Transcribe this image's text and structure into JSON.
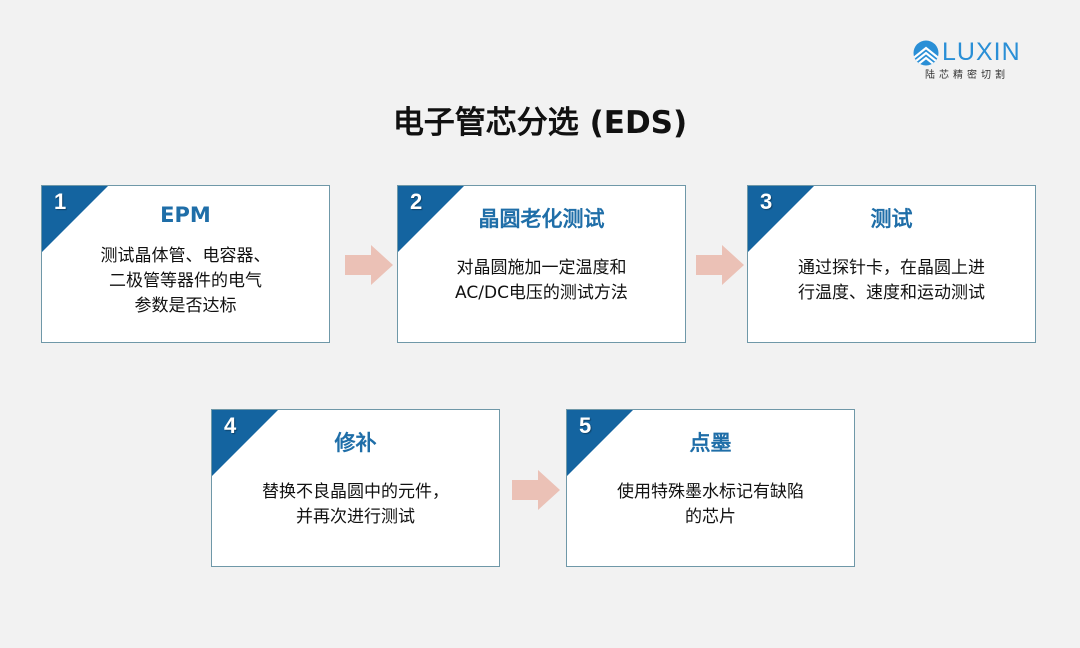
{
  "logo": {
    "brand": "LUXIN",
    "subtitle": "陆芯精密切割",
    "brand_color": "#2a8fd6"
  },
  "title": "电子管芯分选 (EDS)",
  "colors": {
    "background": "#f2f2f2",
    "card_border": "#6f98a8",
    "corner_fill": "#1464a0",
    "card_title": "#1f6ea8",
    "arrow": "#ebc1b6"
  },
  "steps": [
    {
      "number": "1",
      "title": "EPM",
      "description": "测试晶体管、电容器、\n二极管等器件的电气\n参数是否达标"
    },
    {
      "number": "2",
      "title": "晶圆老化测试",
      "description": "对晶圆施加一定温度和\nAC/DC电压的测试方法"
    },
    {
      "number": "3",
      "title": "测试",
      "description": "通过探针卡，在晶圆上进\n行温度、速度和运动测试"
    },
    {
      "number": "4",
      "title": "修补",
      "description": "替换不良晶圆中的元件，\n并再次进行测试"
    },
    {
      "number": "5",
      "title": "点墨",
      "description": "使用特殊墨水标记有缺陷\n的芯片"
    }
  ],
  "arrows": [
    {
      "from": "1",
      "to": "2"
    },
    {
      "from": "2",
      "to": "3"
    },
    {
      "from": "4",
      "to": "5"
    }
  ]
}
